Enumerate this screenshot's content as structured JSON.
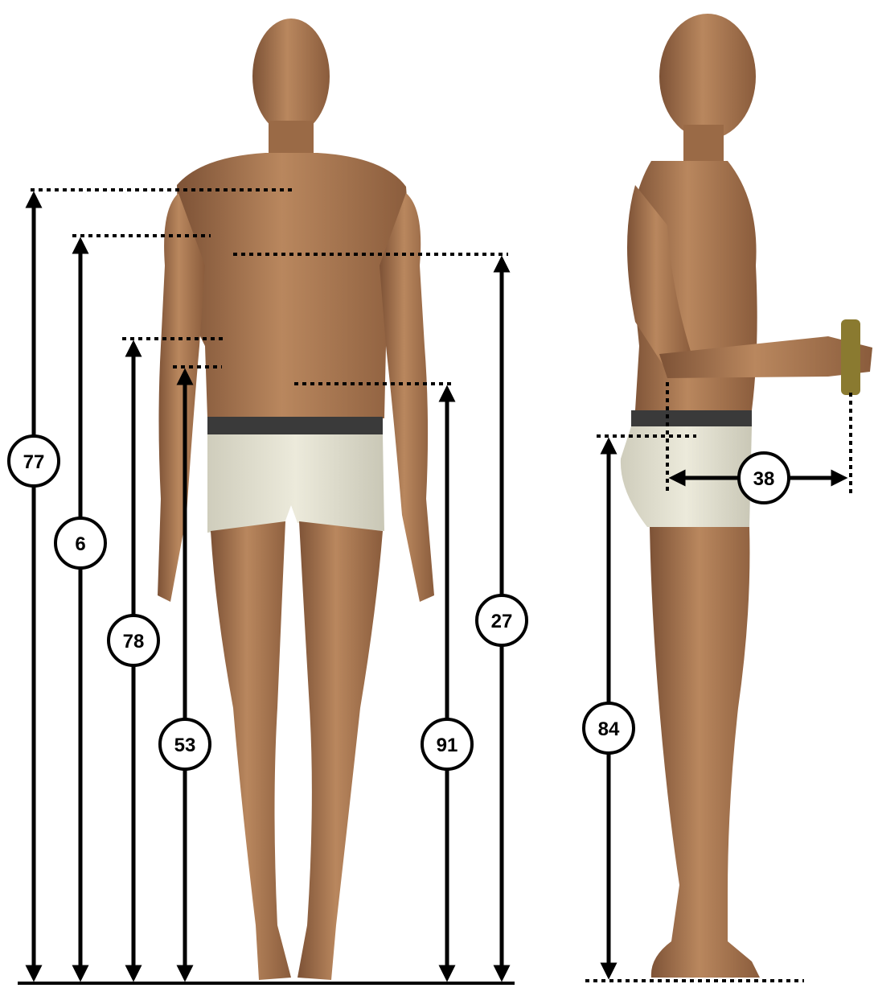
{
  "diagram": {
    "figures": {
      "front": {
        "view": "front"
      },
      "side": {
        "view": "side",
        "held_object": "cylinder-grip"
      }
    },
    "measurements": [
      {
        "id": "m77",
        "value": "77"
      },
      {
        "id": "m6",
        "value": "6"
      },
      {
        "id": "m78",
        "value": "78"
      },
      {
        "id": "m53",
        "value": "53"
      },
      {
        "id": "m91",
        "value": "91"
      },
      {
        "id": "m27",
        "value": "27"
      },
      {
        "id": "m84",
        "value": "84"
      },
      {
        "id": "m38",
        "value": "38"
      }
    ],
    "colors": {
      "line": "#000000",
      "circle_fill": "#ffffff",
      "skin": "#b07a52",
      "skin_shadow": "#7d5236",
      "underwear": "#e6e4d3",
      "waistband": "#3a3a3a",
      "grip": "#8a7a30"
    }
  }
}
